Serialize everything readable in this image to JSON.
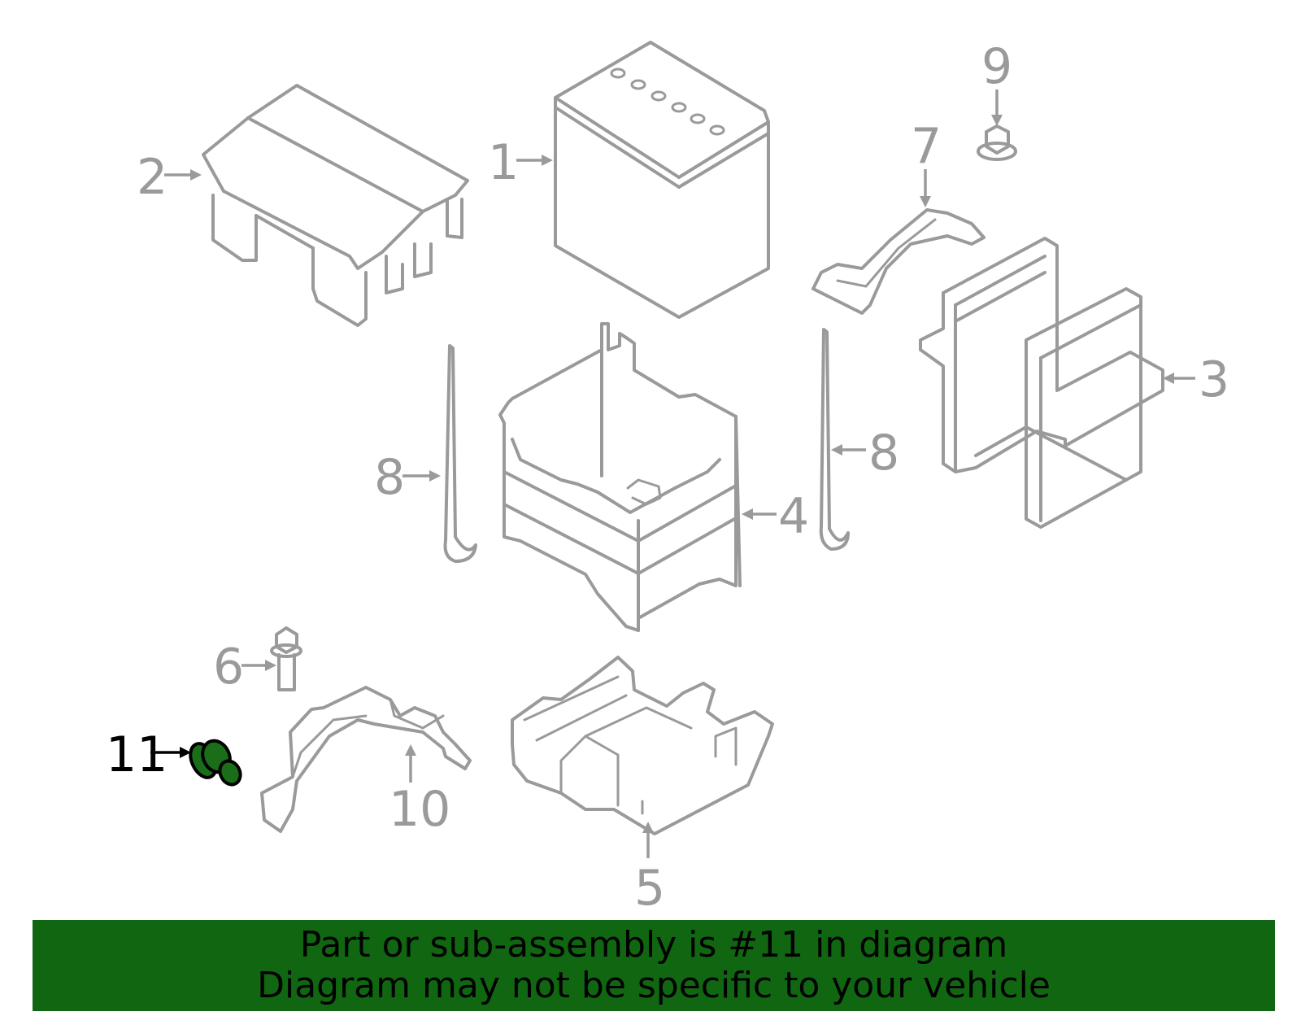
{
  "callouts": {
    "c1": "1",
    "c2": "2",
    "c3": "3",
    "c4": "4",
    "c5": "5",
    "c6": "6",
    "c7": "7",
    "c8a": "8",
    "c8b": "8",
    "c9": "9",
    "c10": "10",
    "c11": "11"
  },
  "highlighted_part": "11",
  "colors": {
    "line": "#9a9a9a",
    "highlight_part": "#1a6e1a",
    "banner_bg": "#116611",
    "banner_text": "#000000"
  },
  "banner": {
    "line1": "Part or sub-assembly is #11 in diagram",
    "line2": "Diagram may not be specific to your vehicle"
  }
}
